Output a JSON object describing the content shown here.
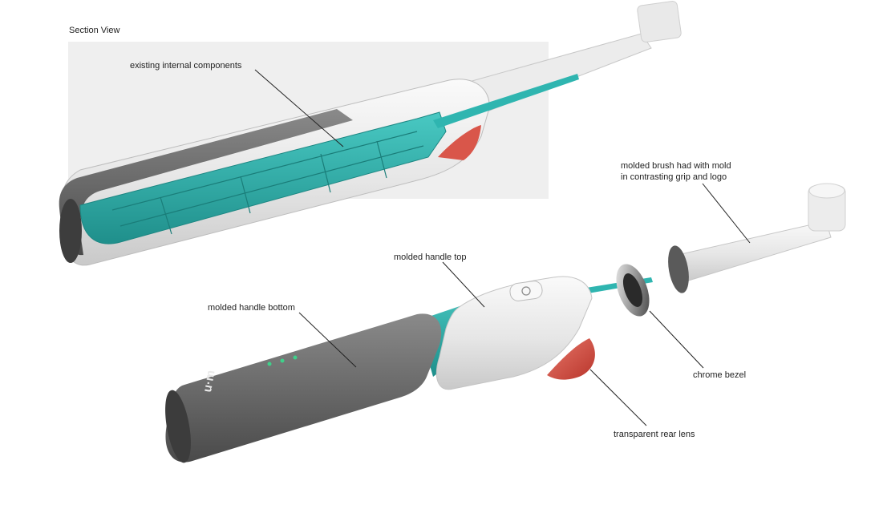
{
  "section_view_title": "Section View",
  "callouts": {
    "internal_components": "existing internal components",
    "brush_head": [
      "molded brush had with mold",
      "in contrasting grip and logo"
    ],
    "handle_top": "molded handle top",
    "handle_bottom": "molded handle bottom",
    "chrome_bezel": "chrome bezel",
    "rear_lens": "transparent rear lens"
  },
  "brand_mark": "u·m",
  "colors": {
    "internals_teal": "#2fb5b0",
    "handle_grey": "#6b6b6b",
    "shell_white": "#eeeeee",
    "lens_red": "#d9564a",
    "section_panel": "#efefef"
  }
}
